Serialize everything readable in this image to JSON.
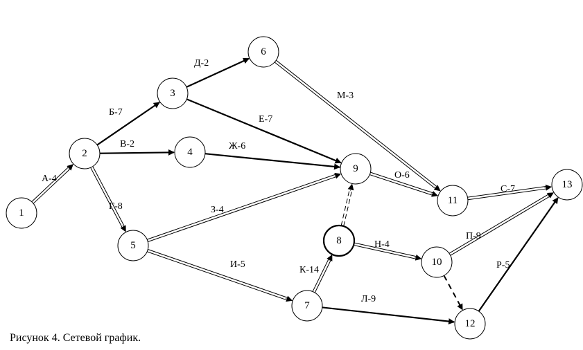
{
  "caption": "Рисунок 4. Сетевой график.",
  "nodes": [
    "1",
    "2",
    "3",
    "4",
    "5",
    "6",
    "7",
    "8",
    "9",
    "10",
    "11",
    "12",
    "13"
  ],
  "edges": [
    {
      "from": "1",
      "to": "2",
      "label": "А-4",
      "style": "double"
    },
    {
      "from": "2",
      "to": "3",
      "label": "Б-7",
      "style": "bold"
    },
    {
      "from": "2",
      "to": "4",
      "label": "В-2",
      "style": "bold"
    },
    {
      "from": "2",
      "to": "5",
      "label": "Г-8",
      "style": "double"
    },
    {
      "from": "3",
      "to": "6",
      "label": "Д-2",
      "style": "bold"
    },
    {
      "from": "3",
      "to": "9",
      "label": "Е-7",
      "style": "bold"
    },
    {
      "from": "4",
      "to": "9",
      "label": "Ж-6",
      "style": "bold"
    },
    {
      "from": "5",
      "to": "9",
      "label": "З-4",
      "style": "double"
    },
    {
      "from": "5",
      "to": "7",
      "label": "И-5",
      "style": "double"
    },
    {
      "from": "7",
      "to": "8",
      "label": "К-14",
      "style": "double"
    },
    {
      "from": "7",
      "to": "12",
      "label": "Л-9",
      "style": "bold"
    },
    {
      "from": "6",
      "to": "11",
      "label": "М-3",
      "style": "double"
    },
    {
      "from": "8",
      "to": "10",
      "label": "Н-4",
      "style": "double"
    },
    {
      "from": "9",
      "to": "11",
      "label": "О-6",
      "style": "double"
    },
    {
      "from": "10",
      "to": "13",
      "label": "П-9",
      "style": "double"
    },
    {
      "from": "12",
      "to": "13",
      "label": "Р-5",
      "style": "bold"
    },
    {
      "from": "11",
      "to": "13",
      "label": "С-7",
      "style": "double"
    },
    {
      "from": "8",
      "to": "9",
      "label": "",
      "style": "dashed-double"
    },
    {
      "from": "10",
      "to": "12",
      "label": "",
      "style": "dashed"
    }
  ]
}
